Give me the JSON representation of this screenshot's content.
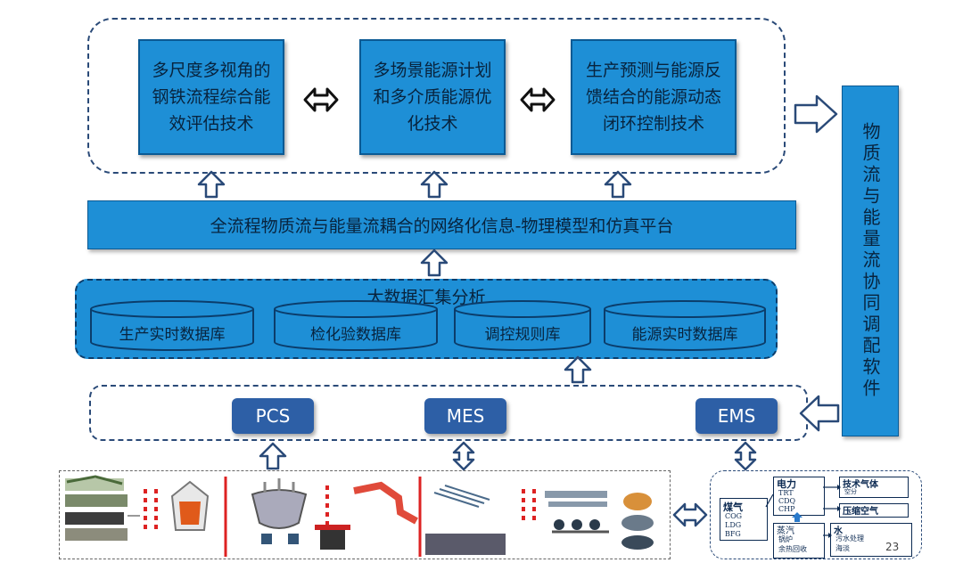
{
  "technologies": [
    "多尺度多视角的钢铁流程综合能效评估技术",
    "多场景能源计划和多介质能源优化技术",
    "生产预测与能源反馈结合的能源动态闭环控制技术"
  ],
  "platform": "全流程物质流与能量流耦合的网络化信息-物理模型和仿真平台",
  "big_data": {
    "title": "大数据汇集分析",
    "databases": [
      "生产实时数据库",
      "检化验数据库",
      "调控规则库",
      "能源实时数据库"
    ]
  },
  "side_software": "物质流与能量流协同调配软件",
  "systems": [
    "PCS",
    "MES",
    "EMS"
  ],
  "energy_diagram": {
    "gas": {
      "title": "煤气",
      "items": [
        "COG",
        "LDG",
        "BFG"
      ]
    },
    "power": {
      "title": "电力",
      "items": [
        "TRT",
        "CDQ",
        "CHP"
      ]
    },
    "steam": {
      "title": "蒸汽",
      "items": [
        "锅炉",
        "余热回收"
      ]
    },
    "tech_gas": {
      "title": "技术气体",
      "sub": "空分"
    },
    "compressed_air": "压缩空气",
    "water": {
      "title": "水",
      "items": [
        "污水处理",
        "海淡"
      ]
    },
    "page_number": "23"
  },
  "colors": {
    "box_blue": "#1e8fd6",
    "box_border": "#0b5a94",
    "system_blue": "#2d5fa6",
    "dash_border": "#2a4a78"
  }
}
